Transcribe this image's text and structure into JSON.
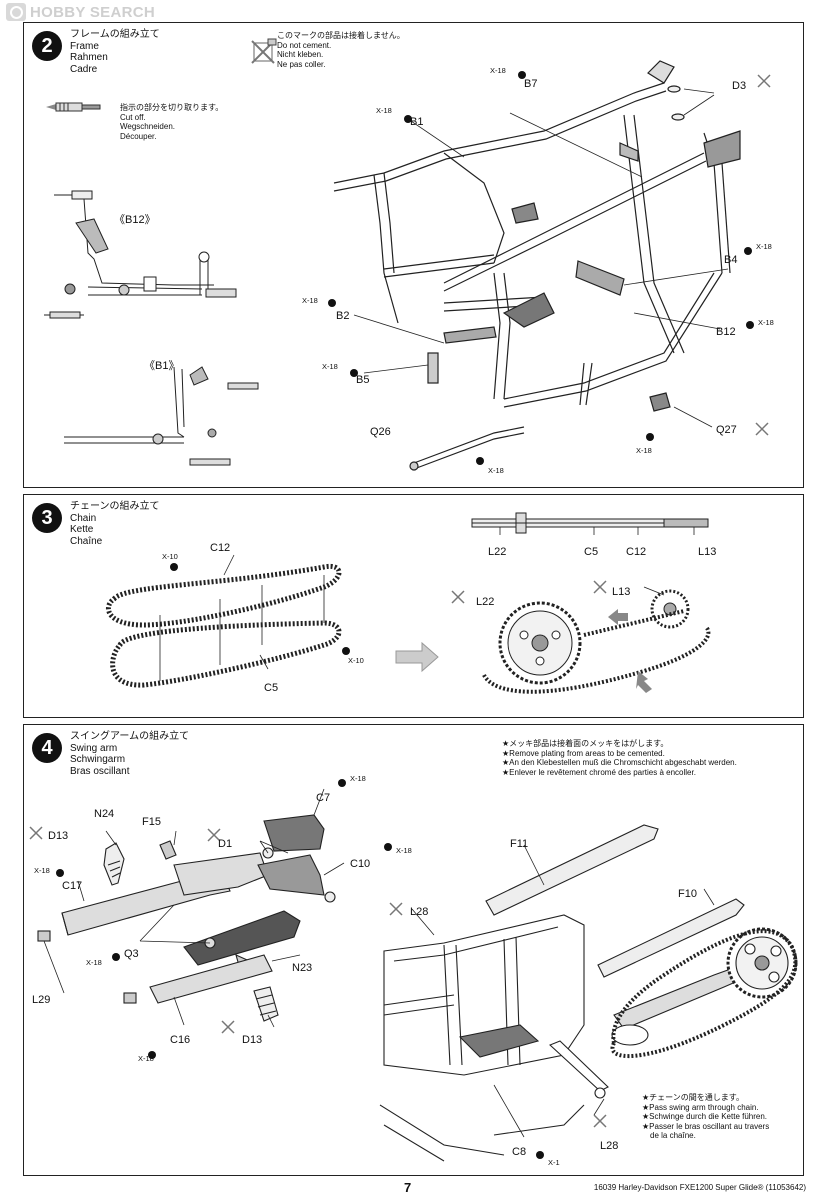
{
  "watermark": "HOBBY SEARCH",
  "step2": {
    "number": "2",
    "title": [
      "フレームの組み立て",
      "Frame",
      "Rahmen",
      "Cadre"
    ],
    "no_cement_note": [
      "このマークの部品は接着しません。",
      "Do not cement.",
      "Nicht kleben.",
      "Ne pas coller."
    ],
    "cut_note": [
      "指示の部分を切り取ります。",
      "Cut off.",
      "Wegschneiden.",
      "Découper."
    ],
    "detail_b12": "《B12》",
    "detail_b1": "《B1》",
    "parts": {
      "b7": "B7",
      "b1": "B1",
      "d3": "D3",
      "b4": "B4",
      "b2": "B2",
      "b12": "B12",
      "b5": "B5",
      "q26": "Q26",
      "q27": "Q27"
    },
    "x18": "X-18"
  },
  "step3": {
    "number": "3",
    "title": [
      "チェーンの組み立て",
      "Chain",
      "Kette",
      "Chaîne"
    ],
    "parts": {
      "c12": "C12",
      "c5": "C5",
      "x10": "X-10",
      "l22": "L22",
      "l13": "L13"
    }
  },
  "step4": {
    "number": "4",
    "title": [
      "スイングアームの組み立て",
      "Swing arm",
      "Schwingarm",
      "Bras oscillant"
    ],
    "plating_note": [
      "★メッキ部品は接着面のメッキをはがします。",
      "★Remove plating from areas to be cemented.",
      "★An den Klebestellen muß die Chromschicht abgeschabt werden.",
      "★Enlever le revêtement chromé des parties à encoller."
    ],
    "chain_note": [
      "★チェーンの間を通します。",
      "★Pass swing arm through chain.",
      "★Schwinge durch die Kette führen.",
      "★Passer le bras oscillant au travers",
      "de la chaîne."
    ],
    "parts": {
      "c7": "C7",
      "n24": "N24",
      "f15": "F15",
      "d13": "D13",
      "d1": "D1",
      "c10": "C10",
      "c17": "C17",
      "q3": "Q3",
      "n23": "N23",
      "l29": "L29",
      "c16": "C16",
      "f11": "F11",
      "f10": "F10",
      "l28": "L28",
      "c8": "C8"
    },
    "x18": "X-18",
    "x1": "X-1"
  },
  "footer": {
    "page": "7",
    "info": "16039 Harley-Davidson FXE1200 Super Glide® (11053642)"
  }
}
